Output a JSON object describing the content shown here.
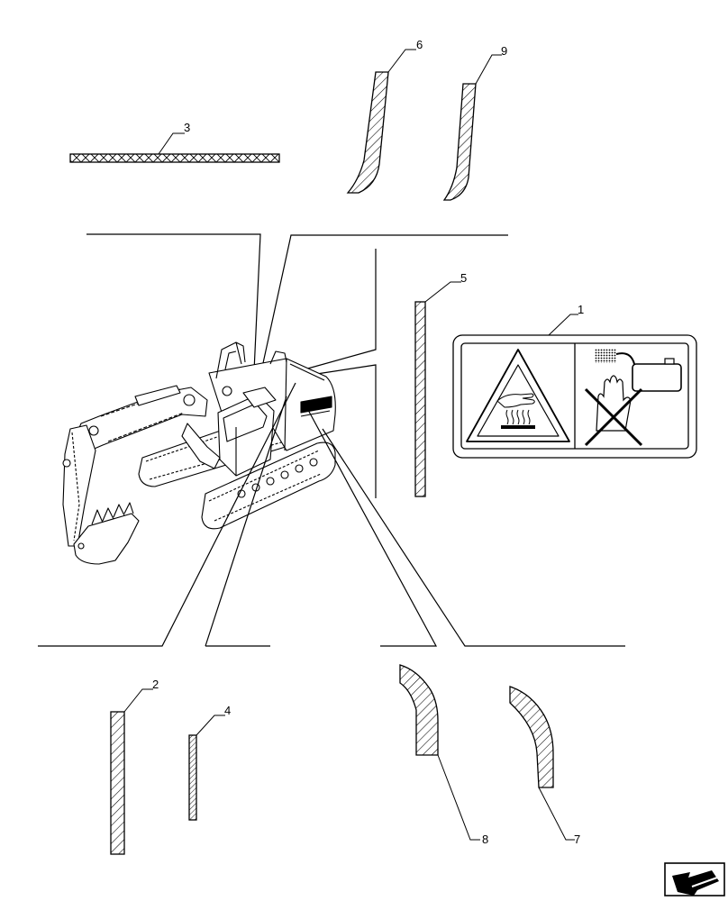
{
  "callouts": {
    "c1": "1",
    "c2": "2",
    "c3": "3",
    "c4": "4",
    "c5": "5",
    "c6": "6",
    "c7": "7",
    "c8": "8",
    "c9": "9"
  },
  "icons": {
    "warning_decal": "hot-surface-warning-icon",
    "navigation": "previous-page-arrow-icon"
  },
  "colors": {
    "line": "#000000",
    "background": "#ffffff"
  }
}
